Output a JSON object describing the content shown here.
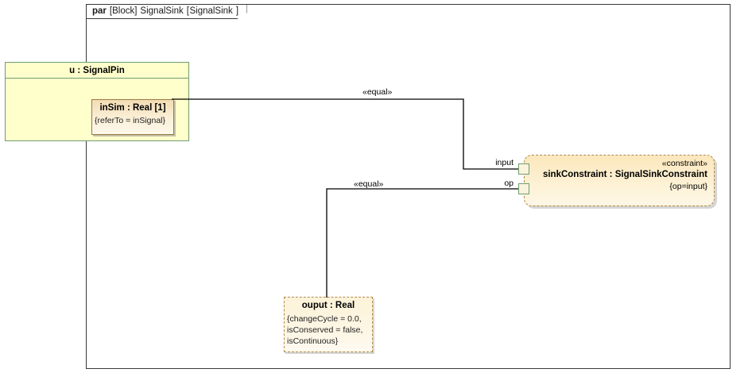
{
  "frame": {
    "kind": "par",
    "meta": "[Block]",
    "name": "SignalSink",
    "bracket_open": "[",
    "diagram_name": "SignalSink",
    "bracket_close": "]"
  },
  "part_block": {
    "title": "u : SignalPin",
    "property": {
      "title": "inSim : Real [1]",
      "constraint": "{referTo = inSignal}"
    }
  },
  "constraint_block": {
    "stereotype": "«constraint»",
    "name": "sinkConstraint : SignalSinkConstraint",
    "expression": "{op=input}",
    "ports": [
      {
        "label": "input"
      },
      {
        "label": "op"
      }
    ]
  },
  "value_block": {
    "title": "ouput : Real",
    "properties": [
      "{changeCycle = 0.0,",
      "isConserved = false,",
      "isContinuous}"
    ]
  },
  "connectors": [
    {
      "label": "«equal»",
      "from": "inSim",
      "to": "input"
    },
    {
      "label": "«equal»",
      "from": "op",
      "to": "ouput"
    }
  ],
  "colors": {
    "part_fill": "#ffffcc",
    "part_border": "#6f9d6f",
    "constraint_fill": "#fdf2d6",
    "constraint_border": "#b08a4a",
    "frame_border": "#3a3a3a",
    "connector": "#000000"
  }
}
